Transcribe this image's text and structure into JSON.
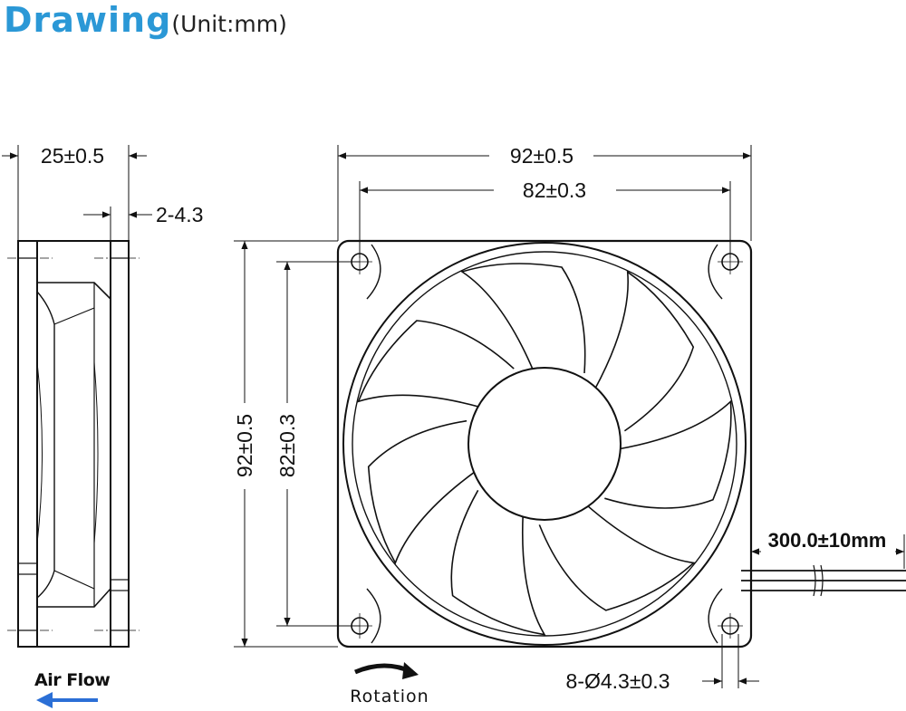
{
  "header": {
    "title": "Drawing",
    "unit": "(Unit:mm)",
    "title_color": "#2b98d6"
  },
  "side_view": {
    "width": "25±0.5",
    "flange": "2-4.3",
    "airflow_label": "Air Flow"
  },
  "front_view": {
    "overall_width": "92±0.5",
    "hole_spacing_width": "82±0.3",
    "overall_height": "92±0.5",
    "hole_spacing_height": "82±0.3",
    "cable_length": "300.0±10mm",
    "mounting_holes": "8-Ø4.3±0.3",
    "rotation_label": "Rotation"
  }
}
